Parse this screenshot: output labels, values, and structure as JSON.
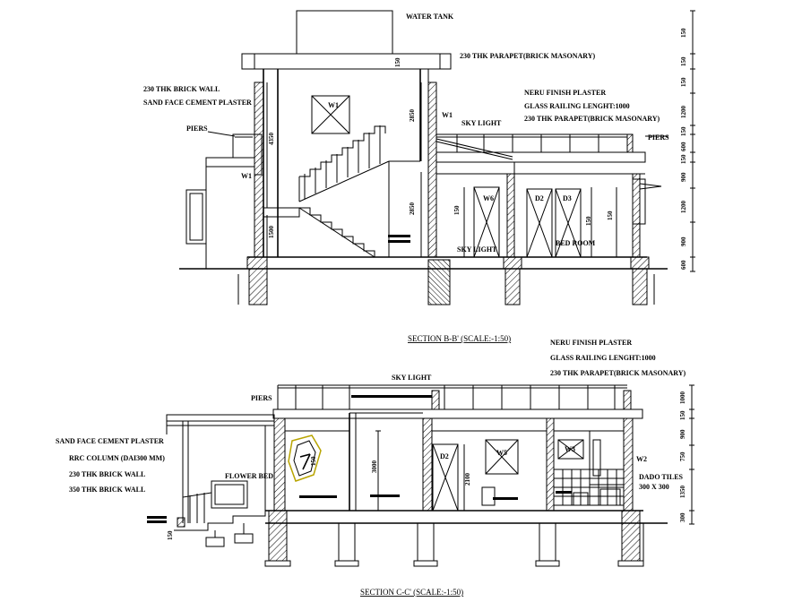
{
  "section_bb": {
    "title": "SECTION B-B' (SCALE:-1:50)",
    "labels": {
      "water_tank": "WATER TANK",
      "parapet_top": "230 THK PARAPET(BRICK MASONARY)",
      "brick_wall": "230 THK BRICK WALL",
      "sand_plaster": "SAND FACE CEMENT PLASTER",
      "neru_plaster": "NERU FINISH PLASTER",
      "glass_railing": "GLASS RAILING LENGHT:1000",
      "parapet": "230 THK PARAPET(BRICK MASONARY)",
      "sky_light_1": "SKY LIGHT",
      "sky_light_2": "SKY LIGHT",
      "piers_left": "PIERS",
      "piers_right": "PIERS",
      "bed_room": "BED ROOM",
      "w1_window": "W1",
      "w1_left": "W1",
      "w1_right": "W1",
      "w6": "W6",
      "d2": "D2",
      "d3": "D3"
    },
    "dims": {
      "tank_150": "150",
      "stair_4350": "4350",
      "upper_2850": "2850",
      "lower_2850": "2850",
      "plinth_1500": "1500",
      "w6_150": "150",
      "d3_150": "150",
      "right_150": "150"
    },
    "levels": [
      "150",
      "150",
      "150",
      "1200",
      "150",
      "600",
      "150",
      "900",
      "1200",
      "900",
      "600"
    ]
  },
  "section_cc": {
    "title": "SECTION C-C' (SCALE:-1:50)",
    "labels": {
      "neru_plaster": "NERU FINISH PLASTER",
      "glass_railing": "GLASS RAILING LENGHT:1000",
      "parapet": "230 THK PARAPET(BRICK MASONARY)",
      "sky_light": "SKY LIGHT",
      "piers": "PIERS",
      "sand_plaster": "SAND FACE CEMENT PLASTER",
      "rrc_column": "RRC COLUMN (DAI300 MM)",
      "brick_230": "230 THK BRICK WALL",
      "brick_350": "350 THK BRICK WALL",
      "flower_bed": "FLOWER BED",
      "dado_tiles": "DADO TILES",
      "dado_size": "300 X 300",
      "d2": "D2",
      "w5": "W5",
      "w3": "W3",
      "w2": "W2"
    },
    "dims": {
      "col_3000": "3000",
      "door_2100": "2100",
      "step_150": "150",
      "w_150": "150"
    },
    "levels": [
      "1000",
      "150",
      "900",
      "750",
      "1350",
      "300"
    ]
  }
}
